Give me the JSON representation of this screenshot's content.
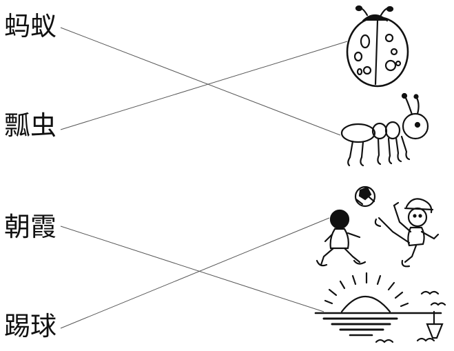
{
  "words": [
    {
      "id": "ant",
      "text": "蚂蚁"
    },
    {
      "id": "ladybug",
      "text": "瓢虫"
    },
    {
      "id": "sunrise",
      "text": "朝霞"
    },
    {
      "id": "soccer",
      "text": "踢球"
    }
  ],
  "pictures": [
    {
      "id": "ladybug",
      "icon": "ladybug-icon"
    },
    {
      "id": "ant",
      "icon": "ant-icon"
    },
    {
      "id": "soccer",
      "icon": "kids-playing-soccer-icon"
    },
    {
      "id": "sunrise",
      "icon": "sunrise-over-water-icon"
    }
  ],
  "matches": [
    {
      "word": "ant",
      "picture": "ant"
    },
    {
      "word": "ladybug",
      "picture": "ladybug"
    },
    {
      "word": "sunrise",
      "picture": "sunrise"
    },
    {
      "word": "soccer",
      "picture": "soccer"
    }
  ],
  "colors": {
    "ink": "#111111",
    "line": "#555555",
    "background": "#ffffff"
  }
}
